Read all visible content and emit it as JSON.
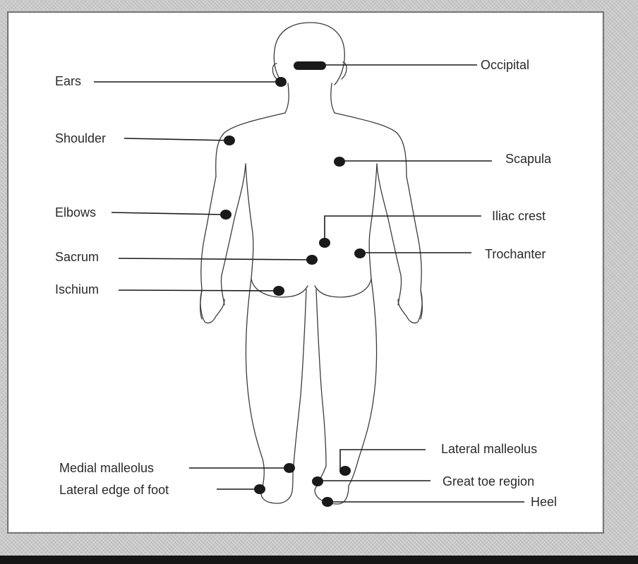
{
  "colors": {
    "ink": "#1a1a1a",
    "outline": "#3c3c3c",
    "label": "#2a2a2a",
    "panel": "#ffffff",
    "background": "#cfcfcf"
  },
  "labels": {
    "occipital": "Occipital",
    "ears": "Ears",
    "shoulder": "Shoulder",
    "scapula": "Scapula",
    "elbows": "Elbows",
    "iliac_crest": "Iliac crest",
    "sacrum": "Sacrum",
    "trochanter": "Trochanter",
    "ischium": "Ischium",
    "lateral_malleolus": "Lateral malleolus",
    "medial_malleolus": "Medial malleolus",
    "great_toe_region": "Great toe region",
    "lateral_edge_of_foot": "Lateral edge of foot",
    "heel": "Heel"
  }
}
